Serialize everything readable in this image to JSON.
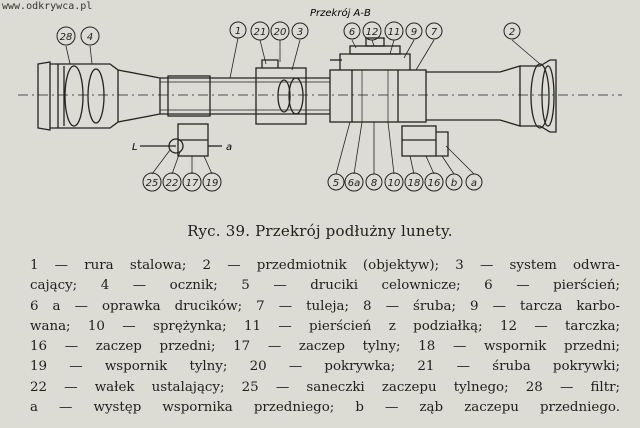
{
  "watermark": "www.odkrywca.pl",
  "figure": {
    "section_label": "Przekrój A-B",
    "callouts_top": [
      "28",
      "4",
      "1",
      "21",
      "20",
      "3",
      "6",
      "12",
      "11",
      "9",
      "7",
      "2"
    ],
    "callouts_bottom": [
      "25",
      "22",
      "17",
      "19",
      "5",
      "6a",
      "8",
      "10",
      "18",
      "16",
      "b",
      "a"
    ],
    "side_labels": [
      "L",
      "a"
    ]
  },
  "caption": "Ryc. 39. Przekrój podłużny lunety.",
  "legend_lines": [
    "1 — rura stalowa; 2 — przedmiotnik (objektyw); 3 — system odwra-",
    "cający; 4 — ocznik; 5 — druciki celownicze; 6 — pierścień;",
    "6 a — oprawka drucików; 7 — tuleja; 8 — śruba; 9 — tarcza karbo-",
    "wana; 10 — sprężynka; 11 — pierścień z podziałką; 12 — tarczka;",
    "16 — zaczep przedni; 17 — zaczep tylny; 18 — wspornik przedni;",
    "19 — wspornik tylny; 20 — pokrywka; 21 — śruba pokrywki;",
    "22 — wałek ustalający; 25 — saneczki zaczepu tylnego; 28 — filtr;",
    "a — występ wspornika przedniego; b — ząb zaczepu przedniego."
  ]
}
